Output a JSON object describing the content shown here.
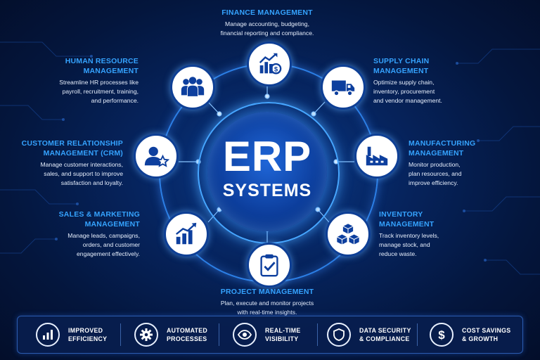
{
  "core": {
    "title": "ERP",
    "subtitle": "SYSTEMS"
  },
  "modules": [
    {
      "id": "finance",
      "title": "FINANCE MANAGEMENT",
      "desc_lines": [
        "Manage accounting, budgeting,",
        "financial reporting and compliance."
      ],
      "icon": "finance-chart-dollar-icon"
    },
    {
      "id": "supply",
      "title_lines": [
        "SUPPLY CHAIN",
        "MANAGEMENT"
      ],
      "desc_lines": [
        "Optimize supply chain,",
        "inventory, procurement",
        "and vendor management."
      ],
      "icon": "truck-icon"
    },
    {
      "id": "manufacturing",
      "title_lines": [
        "MANUFACTURING",
        "MANAGEMENT"
      ],
      "desc_lines": [
        "Monitor production,",
        "plan resources, and",
        "improve efficiency."
      ],
      "icon": "factory-icon"
    },
    {
      "id": "inventory",
      "title_lines": [
        "INVENTORY",
        "MANAGEMENT"
      ],
      "desc_lines": [
        "Track inventory levels,",
        "manage stock, and",
        "reduce waste."
      ],
      "icon": "boxes-icon"
    },
    {
      "id": "project",
      "title": "PROJECT MANAGEMENT",
      "desc_lines": [
        "Plan, execute and monitor projects",
        "with real-time insights."
      ],
      "icon": "clipboard-check-icon"
    },
    {
      "id": "sales",
      "title_lines": [
        "SALES & MARKETING",
        "MANAGEMENT"
      ],
      "desc_lines": [
        "Manage leads, campaigns,",
        "orders, and customer",
        "engagement effectively."
      ],
      "icon": "growth-chart-icon"
    },
    {
      "id": "crm",
      "title_lines": [
        "CUSTOMER RELATIONSHIP",
        "MANAGEMENT (CRM)"
      ],
      "desc_lines": [
        "Manage customer interactions,",
        "sales, and support to improve",
        "satisfaction and loyalty."
      ],
      "icon": "user-star-icon"
    },
    {
      "id": "hr",
      "title_lines": [
        "HUMAN RESOURCE",
        "MANAGEMENT"
      ],
      "desc_lines": [
        "Streamline HR processes like",
        "payroll, recruitment, training,",
        "and performance."
      ],
      "icon": "people-group-icon"
    }
  ],
  "benefits": [
    {
      "lines": [
        "IMPROVED",
        "EFFICIENCY"
      ],
      "icon": "bar-chart-icon"
    },
    {
      "lines": [
        "AUTOMATED",
        "PROCESSES"
      ],
      "icon": "gear-icon"
    },
    {
      "lines": [
        "REAL-TIME",
        "VISIBILITY"
      ],
      "icon": "eye-icon"
    },
    {
      "lines": [
        "DATA SECURITY",
        "& COMPLIANCE"
      ],
      "icon": "shield-icon"
    },
    {
      "lines": [
        "COST SAVINGS",
        "& GROWTH"
      ],
      "icon": "dollar-icon"
    }
  ],
  "colors": {
    "accent": "#35a3ff",
    "node_border": "#0e3f95",
    "icon": "#0d3f9e",
    "background": "#04163d"
  }
}
